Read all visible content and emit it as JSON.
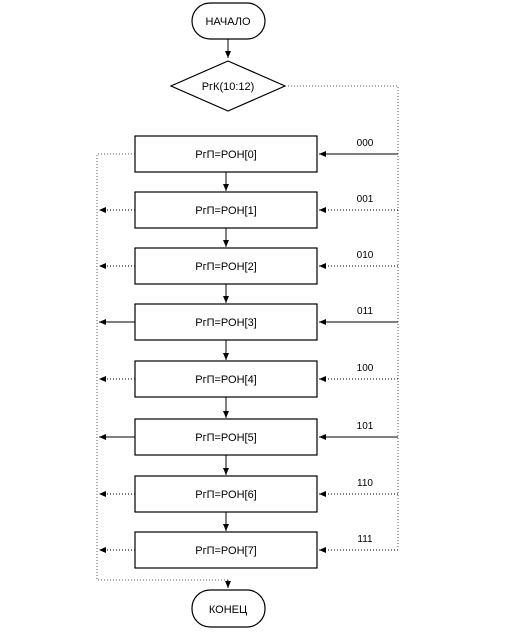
{
  "start": {
    "label": "НАЧАЛО"
  },
  "decision": {
    "label": "РгК(10:12)"
  },
  "blocks": [
    {
      "label": "РгП=РОН[0]",
      "code": "000"
    },
    {
      "label": "РгП=РОН[1]",
      "code": "001"
    },
    {
      "label": "РгП=РОН[2]",
      "code": "010"
    },
    {
      "label": "РгП=РОН[3]",
      "code": "011"
    },
    {
      "label": "РгП=РОН[4]",
      "code": "100"
    },
    {
      "label": "РгП=РОН[5]",
      "code": "101"
    },
    {
      "label": "РгП=РОН[6]",
      "code": "110"
    },
    {
      "label": "РгП=РОН[7]",
      "code": "111"
    }
  ],
  "end": {
    "label": "КОНЕЦ"
  }
}
